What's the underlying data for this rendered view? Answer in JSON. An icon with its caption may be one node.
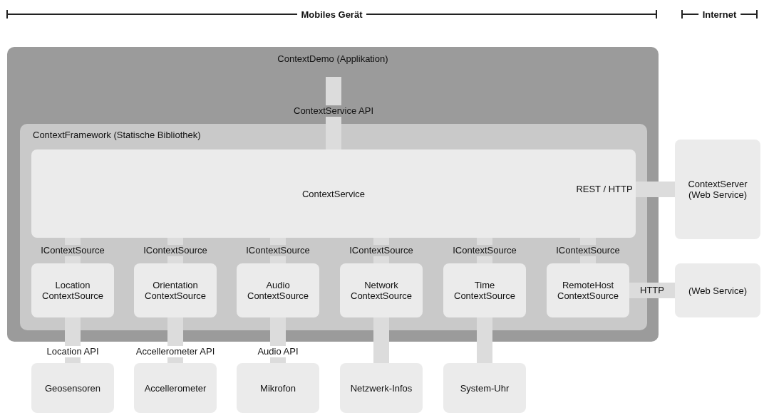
{
  "diagram": {
    "nodes": [
      {
        "text": [
          "ContextDemo (Applikation)"
        ]
      },
      {
        "text": [
          "ContextFramework (Statische Bibliothek)"
        ],
        "in": 0
      },
      {
        "text": [
          "ContextService"
        ],
        "in": 1
      },
      {
        "text": [
          "Location ContextSource"
        ],
        "in": 1
      },
      {
        "text": [
          "Orientation ContextSource"
        ],
        "in": 1
      },
      {
        "text": [
          "Audio ContextSource"
        ],
        "in": 1
      },
      {
        "text": [
          "Network ContextSource"
        ],
        "in": 1
      },
      {
        "text": [
          "Time ContextSource"
        ],
        "in": 1
      },
      {
        "text": [
          "RemoteHost ContextSource"
        ],
        "in": 1
      },
      {
        "text": [
          "ContextServer (Web Service)"
        ]
      },
      {
        "text": [
          "(Web Service)"
        ]
      },
      {
        "text": [
          "Geosensoren"
        ]
      },
      {
        "text": [
          "Accellerometer"
        ]
      },
      {
        "text": [
          "Mikrofon"
        ]
      },
      {
        "text": [
          "Netzwerk-Infos"
        ]
      },
      {
        "text": [
          "System-Uhr"
        ]
      }
    ],
    "edges": [
      {
        "from": 2,
        "to": 0,
        "arrow": "none",
        "label": "ContextService API"
      },
      {
        "from": 2,
        "to": 3,
        "arrow": "none",
        "label": "IContextSource"
      },
      {
        "from": 2,
        "to": 4,
        "arrow": "none",
        "label": "IContextSource"
      },
      {
        "from": 2,
        "to": 5,
        "arrow": "none",
        "label": "IContextSource"
      },
      {
        "from": 2,
        "to": 6,
        "arrow": "none",
        "label": "IContextSource"
      },
      {
        "from": 2,
        "to": 7,
        "arrow": "none",
        "label": "IContextSource"
      },
      {
        "from": 2,
        "to": 8,
        "arrow": "none",
        "label": "IContextSource"
      },
      {
        "from": 2,
        "to": 9,
        "arrow": "none",
        "label": "REST / HTTP"
      },
      {
        "from": 8,
        "to": 10,
        "arrow": "none",
        "label": "HTTP"
      },
      {
        "from": 3,
        "to": 11,
        "arrow": "none",
        "label": "Location API"
      },
      {
        "from": 4,
        "to": 12,
        "arrow": "none",
        "label": "Accellerometer API"
      },
      {
        "from": 5,
        "to": 13,
        "arrow": "none",
        "label": "Audio API"
      },
      {
        "from": 6,
        "to": 14,
        "arrow": "none"
      },
      {
        "from": 7,
        "to": 15,
        "arrow": "none"
      }
    ],
    "labels": [
      "Mobiles Gerät",
      "Internet"
    ]
  }
}
